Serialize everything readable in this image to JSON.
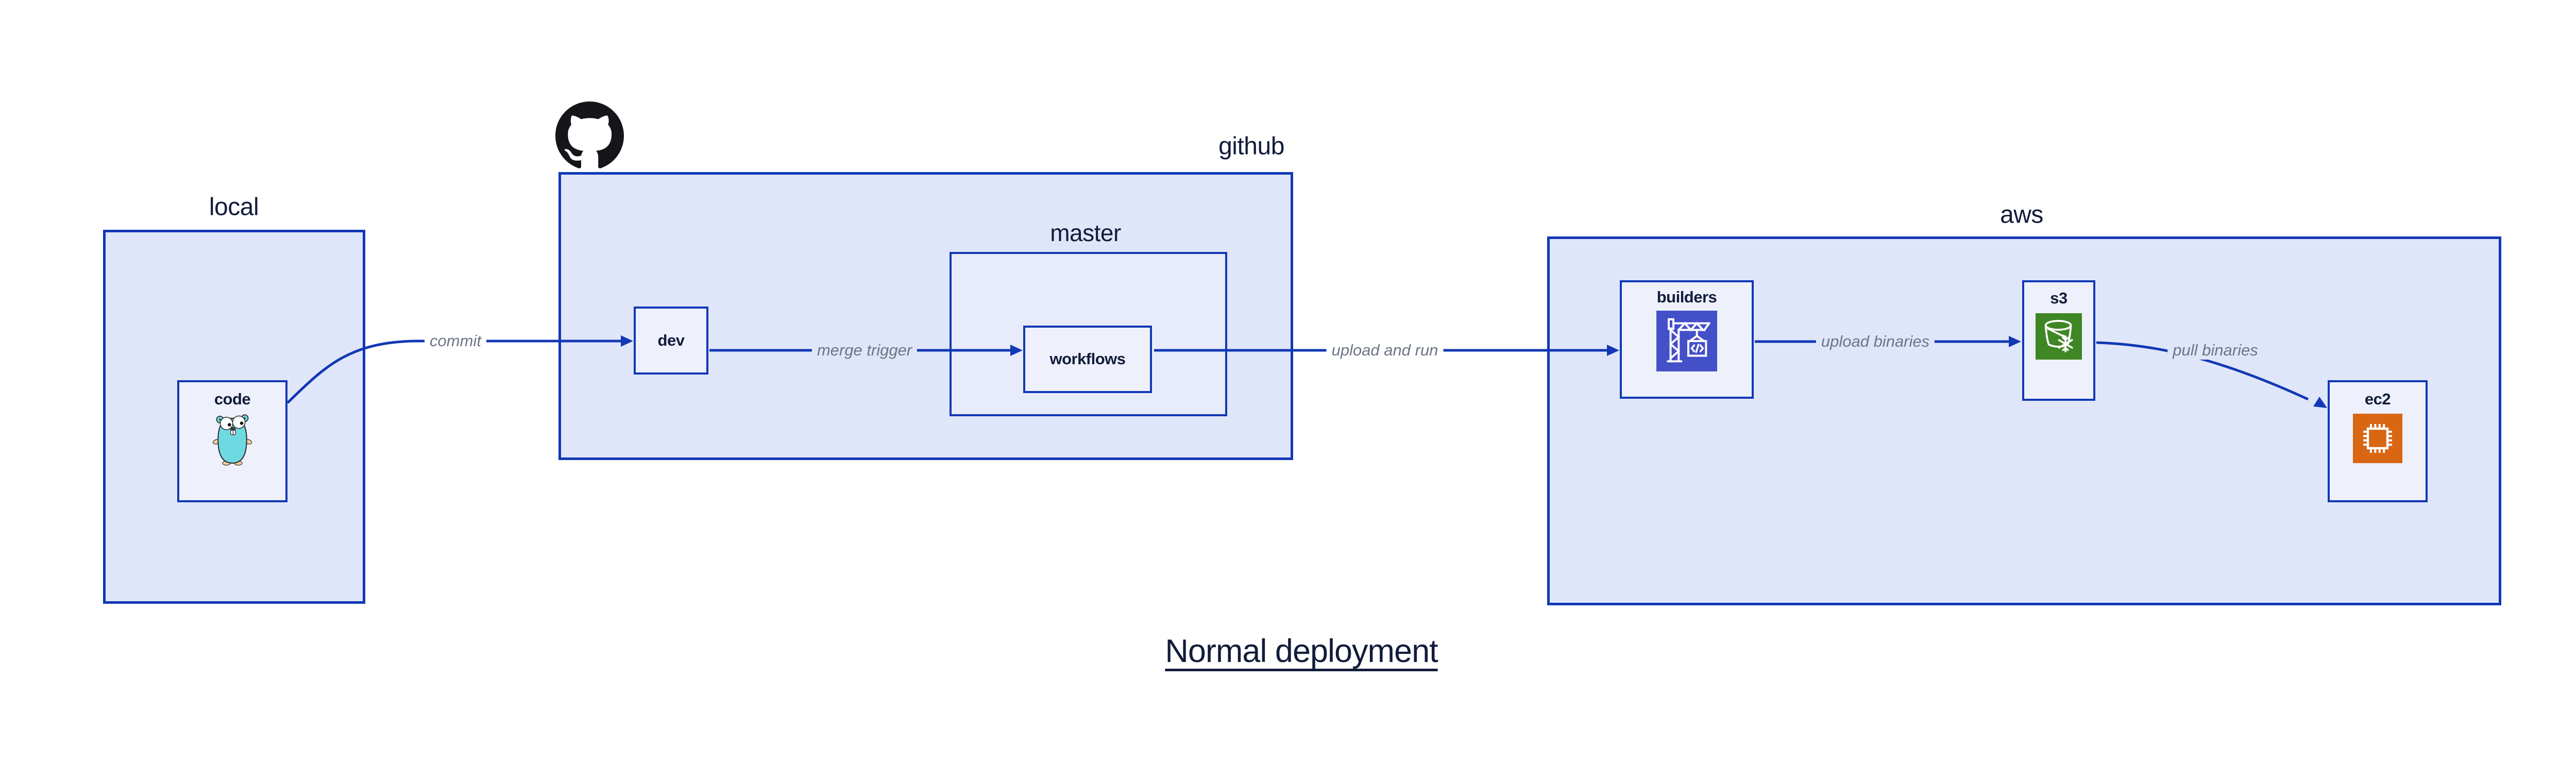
{
  "title": "Normal deployment",
  "groups": [
    {
      "id": "local",
      "label": "local"
    },
    {
      "id": "github",
      "label": "github"
    },
    {
      "id": "master",
      "label": "master"
    },
    {
      "id": "aws",
      "label": "aws"
    }
  ],
  "nodes": [
    {
      "id": "code",
      "label": "code",
      "icon": "go-gopher-icon"
    },
    {
      "id": "dev",
      "label": "dev"
    },
    {
      "id": "workflows",
      "label": "workflows"
    },
    {
      "id": "builders",
      "label": "builders",
      "icon": "codebuild-crane-icon"
    },
    {
      "id": "s3",
      "label": "s3",
      "icon": "s3-bucket-icon"
    },
    {
      "id": "ec2",
      "label": "ec2",
      "icon": "ec2-chip-icon"
    }
  ],
  "edges": [
    {
      "id": "commit",
      "label": "commit",
      "from": "code",
      "to": "dev"
    },
    {
      "id": "merge-trigger",
      "label": "merge trigger",
      "from": "dev",
      "to": "workflows"
    },
    {
      "id": "upload-and-run",
      "label": "upload and run",
      "from": "workflows",
      "to": "builders"
    },
    {
      "id": "upload-binaries",
      "label": "upload binaries",
      "from": "builders",
      "to": "s3"
    },
    {
      "id": "pull-binaries",
      "label": "pull binaries",
      "from": "s3",
      "to": "ec2"
    }
  ],
  "logo": {
    "name": "github-logo-icon"
  },
  "colors": {
    "line": "#1238b4",
    "fill_outer": "#e0e6f9",
    "fill_mid": "#e7ebfb",
    "fill_leaf": "#eef1fc",
    "text_dark": "#121c3a",
    "label_gray": "#6d7585",
    "codebuild_bg": "#4450c8",
    "s3_bg": "#3f8624",
    "ec2_bg": "#d86613",
    "gopher_body": "#6fd9e2"
  }
}
